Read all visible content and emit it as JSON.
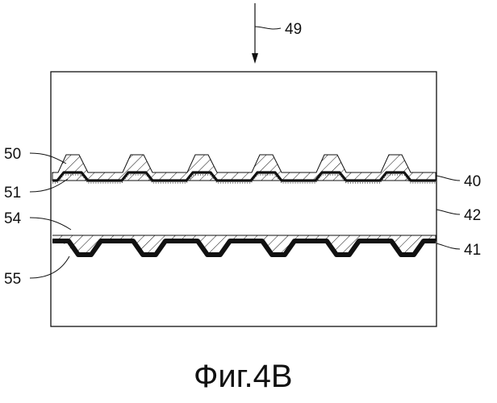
{
  "labels": {
    "arrow": "49",
    "upper_coating": "50",
    "upper_interface": "51",
    "upper_substrate": "40",
    "gap": "42",
    "lower_coating": "54",
    "lower_interface": "55",
    "lower_substrate": "41"
  },
  "caption": "Фиг.4B",
  "colors": {
    "line": "#111111",
    "background": "#ffffff"
  },
  "upper_layer": {
    "periods": 6,
    "dark_band": "thin"
  },
  "lower_layer": {
    "periods": 6,
    "dark_band": "thick"
  }
}
